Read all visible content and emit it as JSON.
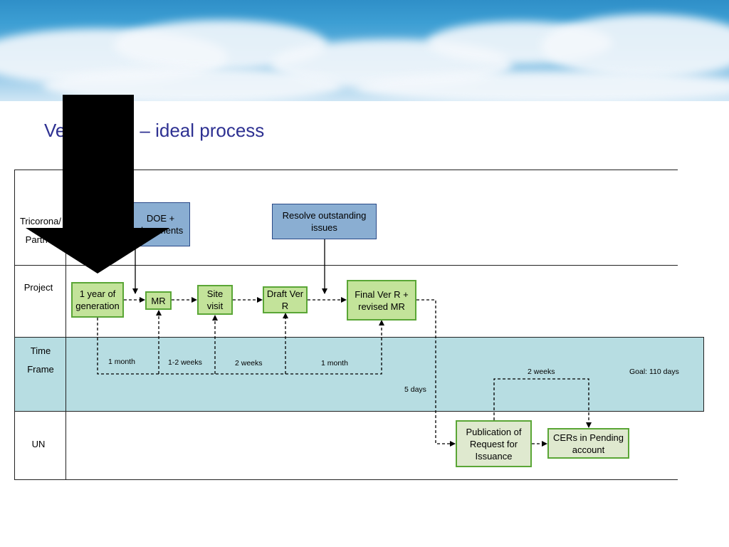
{
  "title": "Verification – ideal process",
  "rows": {
    "partner": "Tricorona/ Partner",
    "project": "Project",
    "timeframe": "Time Frame",
    "un": "UN"
  },
  "nodes": {
    "doe": "DOE + documents",
    "resolve": "Resolve outstanding issues",
    "one_year": "1 year of generation",
    "mr": "MR",
    "site_visit": "Site visit",
    "draft": "Draft Ver R",
    "final": "Final Ver R + revised MR",
    "publication": "Publication of Request for Issuance",
    "cers": "CERs in Pending account"
  },
  "durations": {
    "d1": "1 month",
    "d2": "1-2 weeks",
    "d3": "2 weeks",
    "d4": "1 month",
    "d5": "5 days",
    "d6": "2 weeks",
    "goal": "Goal: 110 days"
  },
  "colors": {
    "title": "#2e3192",
    "band": "#b7dde2",
    "green_box": "#c3e39a",
    "blue_box": "#8aaed2"
  }
}
